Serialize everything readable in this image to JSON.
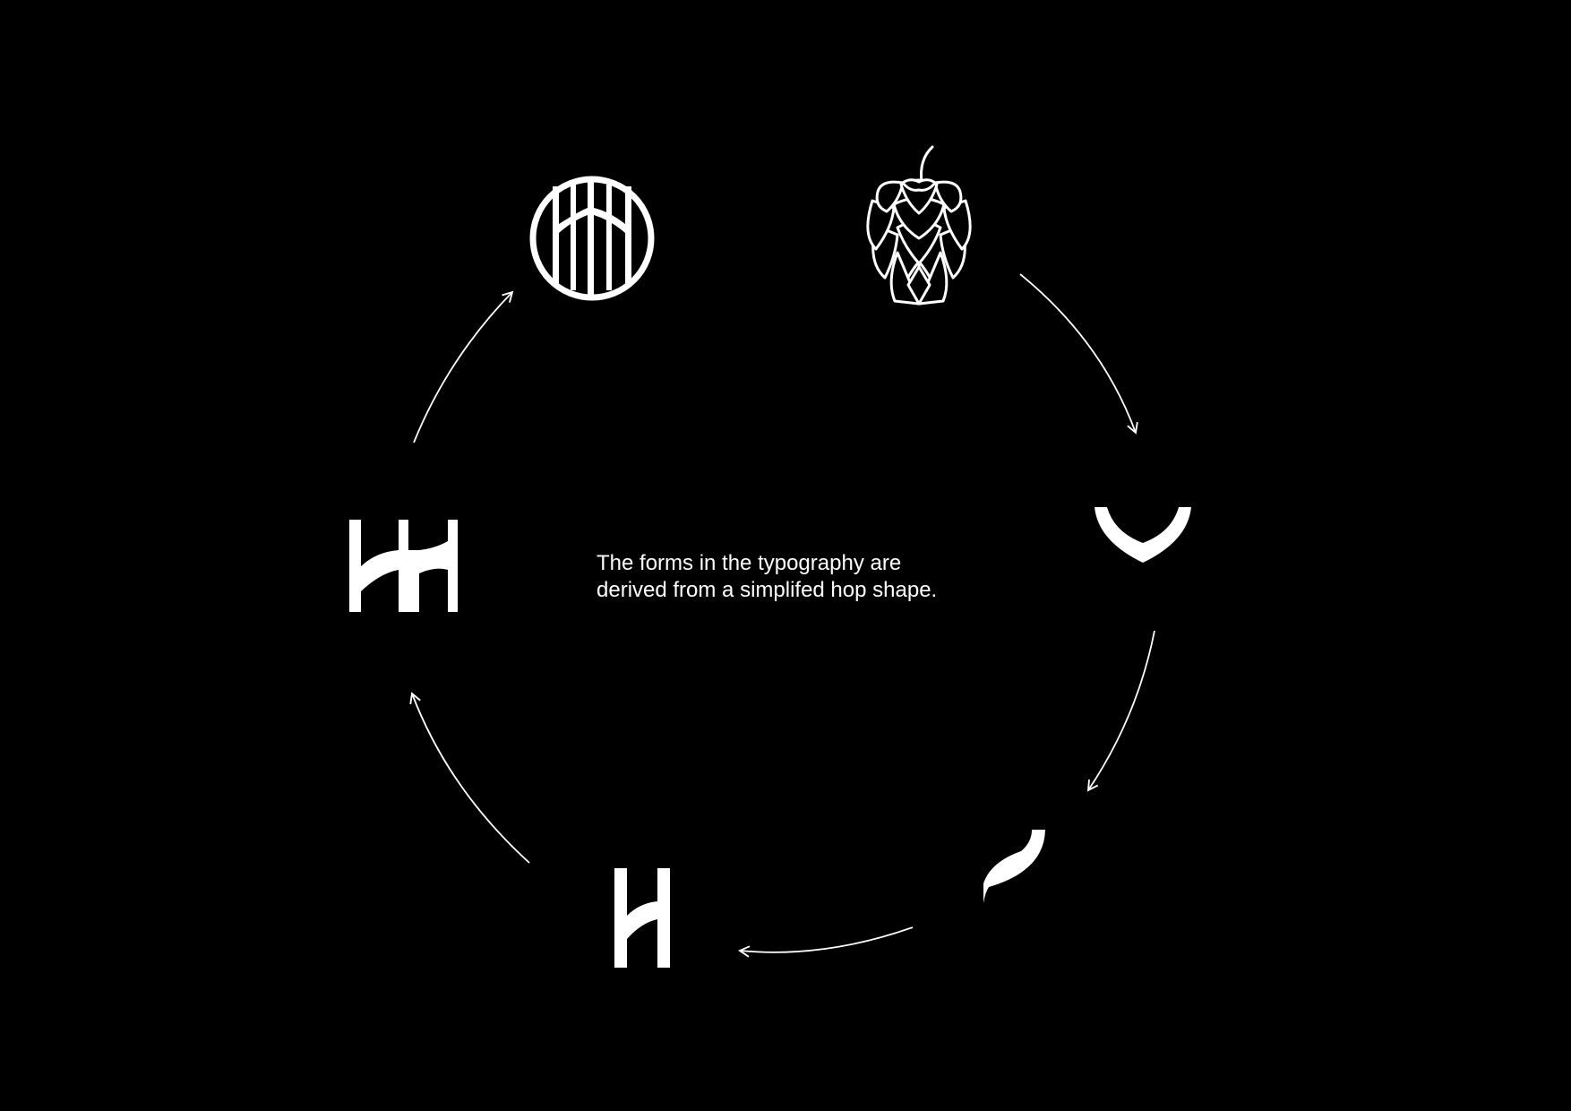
{
  "caption": {
    "line1": "The forms in the typography are",
    "line2": "derived from a simplifed hop shape."
  },
  "colors": {
    "background": "#000000",
    "foreground": "#ffffff"
  },
  "cycle": {
    "direction": "clockwise",
    "steps": [
      {
        "icon": "hop-cone-icon"
      },
      {
        "icon": "hop-base-curve-icon"
      },
      {
        "icon": "hop-half-curve-icon"
      },
      {
        "icon": "letter-h-icon"
      },
      {
        "icon": "double-h-monogram-icon"
      },
      {
        "icon": "circle-monogram-icon"
      }
    ]
  }
}
